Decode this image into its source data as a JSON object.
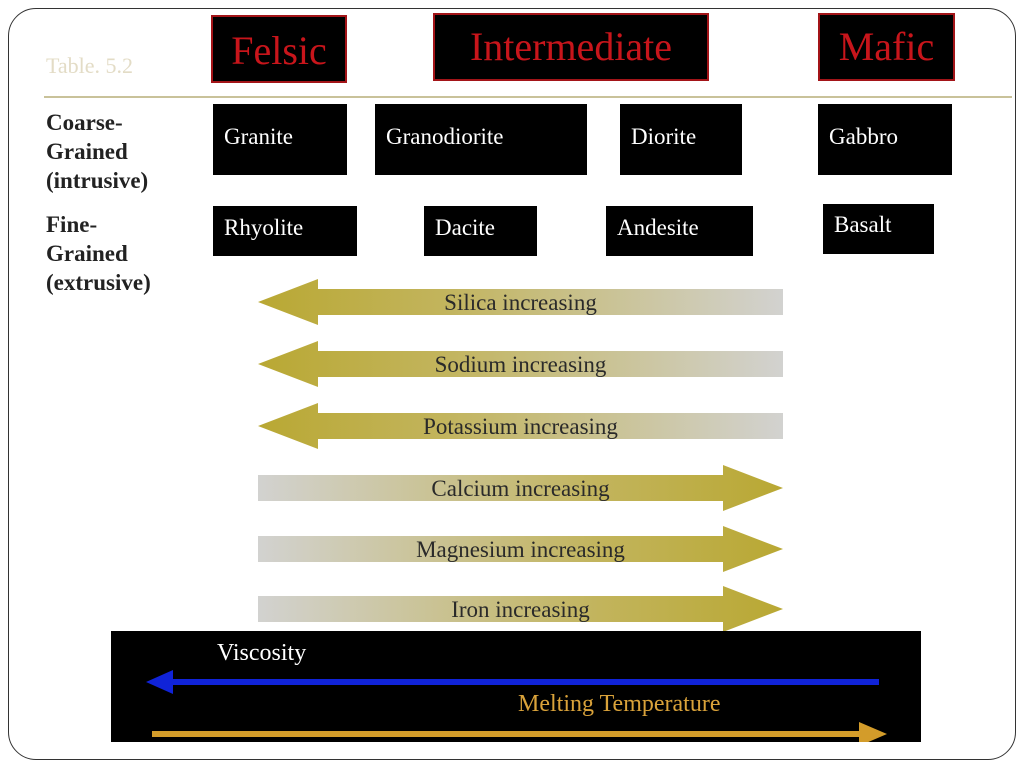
{
  "table_label": "Table. 5.2",
  "headers": {
    "felsic": "Felsic",
    "intermediate": "Intermediate",
    "mafic": "Mafic"
  },
  "rows": {
    "coarse": {
      "line1": "Coarse-",
      "line2": "Grained",
      "line3": "(intrusive)"
    },
    "fine": {
      "line1": "Fine-",
      "line2": "Grained",
      "line3": "(extrusive)"
    }
  },
  "rocks": {
    "coarse": [
      "Granite",
      "Granodiorite",
      "Diorite",
      "Gabbro"
    ],
    "fine": [
      "Rhyolite",
      "Dacite",
      "Andesite",
      "Basalt"
    ]
  },
  "trends": [
    {
      "label": "Silica increasing",
      "direction": "left"
    },
    {
      "label": "Sodium increasing",
      "direction": "left"
    },
    {
      "label": "Potassium increasing",
      "direction": "left"
    },
    {
      "label": "Calcium increasing",
      "direction": "right"
    },
    {
      "label": "Magnesium increasing",
      "direction": "right"
    },
    {
      "label": "Iron increasing",
      "direction": "right"
    }
  ],
  "bottom_panel": {
    "viscosity_label": "Viscosity",
    "viscosity_direction": "left",
    "melting_label": "Melting Temperature",
    "melting_direction": "right"
  },
  "colors": {
    "header_text": "#c8151b",
    "header_border": "#a31418",
    "arrow_gold": "#b9a833",
    "arrow_fade": "#d2d2d0",
    "viscosity_arrow": "#1023d8",
    "melting_arrow": "#d39c2a"
  }
}
